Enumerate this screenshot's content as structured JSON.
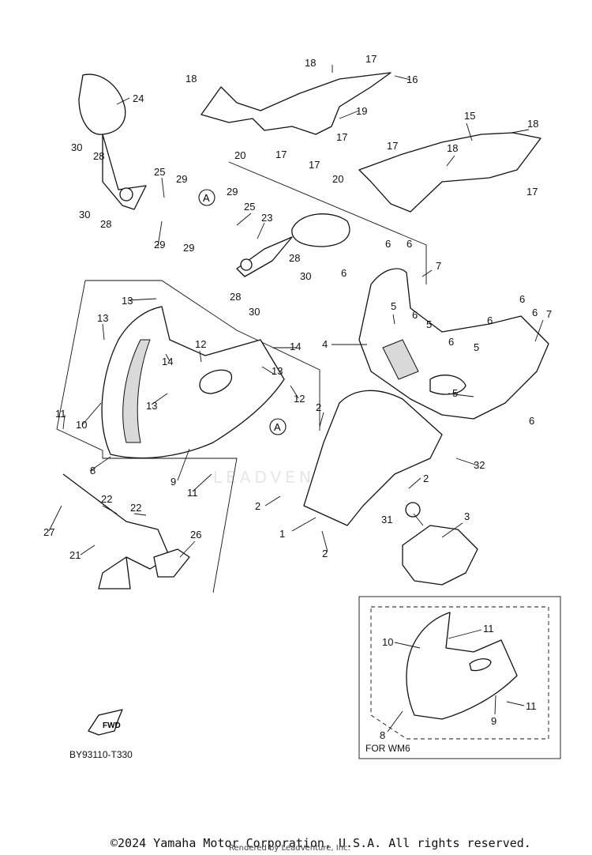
{
  "diagram": {
    "code": "BY93110-T330",
    "variant_label": "FOR WM6",
    "fwd_label": "FWD",
    "reference_mark": "A",
    "watermark": "LEADVENTURE",
    "copyright": "©2024 Yamaha Motor Corporation, U.S.A. All rights reserved.",
    "rendered_by": "Rendered by LeadVenture, Inc.",
    "callouts": [
      "1",
      "2",
      "3",
      "4",
      "5",
      "6",
      "7",
      "8",
      "9",
      "10",
      "11",
      "12",
      "13",
      "14",
      "15",
      "16",
      "17",
      "18",
      "19",
      "20",
      "21",
      "22",
      "23",
      "24",
      "25",
      "26",
      "27",
      "28",
      "29",
      "30",
      "31",
      "32"
    ]
  }
}
